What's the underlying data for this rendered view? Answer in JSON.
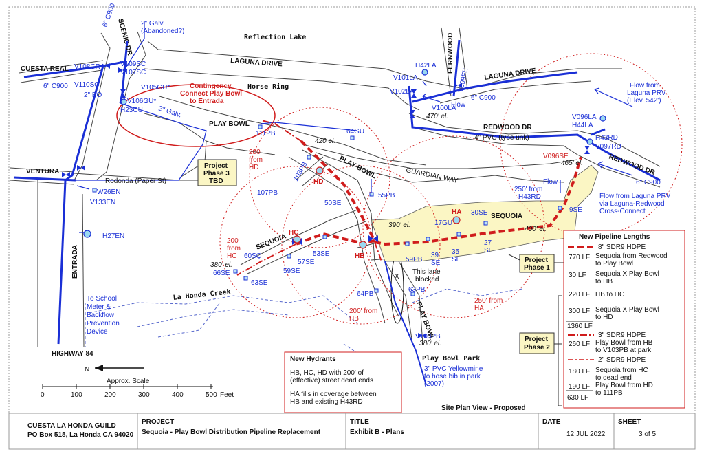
{
  "places": {
    "reflection_lake": "Reflection Lake",
    "laguna_drive_1": "LAGUNA DRIVE",
    "laguna_drive_2": "LAGUNA DRIVE",
    "horse_ring": "Horse Ring",
    "scenic_dr": "SCENIC DR",
    "cuesta_real": "CUESTA REAL",
    "fernwood": "FERNWOOD",
    "redwood_dr_1": "REDWOOD DR",
    "redwood_dr_2": "REDWOOD DR",
    "play_bowl_1": "PLAY BOWL",
    "play_bowl_2": "PLAY BOWL",
    "play_bowl_3": "PLAY BOWL",
    "guardian_way": "GUARDIAN WAY",
    "sequoia_1": "SEQUOIA",
    "sequoia_2": "SEQUOIA",
    "ventura": "VENTURA",
    "entrada": "ENTRADA",
    "rodonda": "Rodonda (Paper St)",
    "la_honda_creek": "La Honda Creek",
    "highway": "HIGHWAY 84",
    "play_bowl_park": "Play Bowl Park",
    "site_plan": "Site Plan View - Proposed"
  },
  "pipes": {
    "c900_a": "6\" C900",
    "c900_b": "6\" C900",
    "c900_c": "6\" C900",
    "c900_d": "6\" C900",
    "galv_aband_1": "2\" Galv.",
    "galv_aband_2": "(Abandoned?)",
    "bo": "2\" BO",
    "galv": "2\" Galv.",
    "pvc": "4\" PVC (type unk)",
    "flow1": "Flow",
    "flow2": "Flow",
    "prv1_1": "Flow from",
    "prv1_2": "Laguna PRV",
    "prv1_3": "(Elev. 542')",
    "prv2_1": "Flow from Laguna PRV",
    "prv2_2": "via Laguna-Redwood",
    "prv2_3": "Cross-Connect",
    "yellowmine_1": "3\" PVC Yellowmine",
    "yellowmine_2": "to hose bib in park",
    "yellowmine_3": "(2007)"
  },
  "valves": {
    "v108cr": "V108CR",
    "v109sc": "V109SC",
    "v107sc": "V107SC",
    "v110sc": "V110SC",
    "v105gu": "V105GU*",
    "v106gu": "V106GU*",
    "h23cu": "H23CU",
    "h42la": "H42LA",
    "v101la": "V101LA",
    "v099fe": "V099FE",
    "v102la": "V102LA",
    "v100la": "V100LA",
    "v096la": "V096LA",
    "h44la": "H44LA",
    "h43rd": "H43RD",
    "v097rd": "V097RD",
    "v096se": "V096SE",
    "w26en": "W26EN",
    "v133en": "V133EN",
    "h27en": "H27EN",
    "v103pb": "V103PB"
  },
  "nodes": {
    "n111pb": "111PB",
    "n64gu": "64GU",
    "n103pb": "103PB",
    "n107pb": "107PB",
    "n55pb": "55PB",
    "n50se": "50SE",
    "n17gu": "17GU",
    "n30se": "30SE",
    "n9se": "9SE",
    "n59pb": "59PB",
    "n39se": "39",
    "n39se2": "SE",
    "n35se": "35",
    "n35se2": "SE",
    "n27se": "27",
    "n27se2": "SE",
    "n60sq": "60SQ",
    "n66se": "66SE",
    "n63se": "63SE",
    "n59se": "59SE",
    "n57se": "57SE",
    "n53se": "53SE",
    "n64pb": "64PB",
    "n63pb": "63PB",
    "x": "X"
  },
  "hydrants": {
    "ha": "HA",
    "hb": "HB",
    "hc": "HC",
    "hd": "HD"
  },
  "elevations": {
    "e470": "470' el.",
    "e420": "420 el.",
    "e465": "465' el.",
    "e390": "390' el.",
    "e400": "400' el.",
    "e380a": "380' el.",
    "e380b": "380' el."
  },
  "radii": {
    "hd_1": "200'",
    "hd_2": "from",
    "hd_3": "HD",
    "hc_1": "200'",
    "hc_2": "from",
    "hc_3": "HC",
    "hb_1": "200' from",
    "hb_2": "HB",
    "ha_1": "250' from",
    "ha_2": "HA",
    "h43_1": "250' from",
    "h43_2": "H43RD"
  },
  "callouts": {
    "contingency_1": "Contingency",
    "contingency_2": "Connect Play Bowl",
    "contingency_3": "to Entrada",
    "phase3_1": "Project",
    "phase3_2": "Phase 3",
    "phase3_3": "TBD",
    "phase1_1": "Project",
    "phase1_2": "Phase 1",
    "phase2_1": "Project",
    "phase2_2": "Phase 2",
    "lane_1": "This lane",
    "lane_2": "blocked",
    "meter_1": "To School",
    "meter_2": "Meter &",
    "meter_3": "Backflow",
    "meter_4": "Prevention",
    "meter_5": "Device"
  },
  "hydrant_note": {
    "title": "New Hydrants",
    "line1": "HB, HC, HD  with 200' of",
    "line2": "(effective) street dead ends",
    "line3": "HA fills in coverage between",
    "line4": "HB and existing H43RD"
  },
  "legend": {
    "title": "New Pipeline Lengths",
    "pipe8": "8\" SDR9 HDPE",
    "r1_len": "770 LF",
    "r1_d1": "Sequoia from Redwood",
    "r1_d2": "to Play Bowl",
    "r2_len": "30 LF",
    "r2_d1": "Sequoia X Play Bowl",
    "r2_d2": "to HB",
    "r3_len": "220 LF",
    "r3_d1": "HB to HC",
    "r4_len": "300 LF",
    "r4_d1": "Sequoia X Play Bowl",
    "r4_d2": "to HD",
    "total8": "1360 LF",
    "pipe3": "3\" SDR9 HDPE",
    "r5_len": "260 LF",
    "r5_d1": "Play Bowl from HB",
    "r5_d2": "to V103PB at park",
    "pipe2": "2\" SDR9 HDPE",
    "r6_len": "180 LF",
    "r6_d1": "Sequoia from HC",
    "r6_d2": "to dead end",
    "r7_len": "190 LF",
    "r7_d1": "Play Bowl from HD",
    "r7_d2": "to 111PB",
    "total2": "630 LF"
  },
  "scale": {
    "north": "N",
    "label": "Approx. Scale",
    "ticks": [
      "0",
      "100",
      "200",
      "300",
      "400",
      "500"
    ],
    "unit": "Feet"
  },
  "title_block": {
    "org": "CUESTA LA HONDA GUILD",
    "address": "PO Box 518, La Honda CA 94020",
    "project_label": "PROJECT",
    "project_value": "Sequoia - Play Bowl Distribution Pipeline Replacement",
    "title_label": "TITLE",
    "title_value": "Exhibit B - Plans",
    "date_label": "DATE",
    "date_value": "12 JUL 2022",
    "sheet_label": "SHEET",
    "sheet_value": "3  of  5"
  },
  "colors": {
    "main_pipe": "#1a2fd6",
    "proposed": "#d01c1c",
    "phase1": "#fbf6c4",
    "dashed_road": "#4a5ed6"
  }
}
